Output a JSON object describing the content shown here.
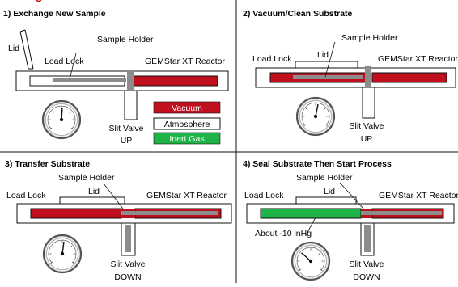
{
  "header_partial": "s",
  "colors": {
    "vacuum": "#c0101d",
    "atmosphere": "#ffffff",
    "inert_gas": "#1eb447",
    "holder_gray": "#8c8c8c",
    "header_red": "#c00000"
  },
  "legend": {
    "vacuum": "Vacuum",
    "atmosphere": "Atmosphere",
    "inert_gas": "Inert Gas"
  },
  "gauge": {
    "ticks": [
      "5",
      "10",
      "15",
      "20",
      "25",
      "30"
    ],
    "unit_left": "inHg",
    "unit_right": "psi"
  },
  "panels": [
    {
      "title": "1) Exchange New Sample",
      "lid": "Lid",
      "load_lock": "Load Lock",
      "sample_holder": "Sample Holder",
      "reactor": "GEMStar XT Reactor",
      "slit_valve": "Slit Valve",
      "valve_state": "UP"
    },
    {
      "title": "2) Vacuum/Clean Substrate",
      "lid": "Lid",
      "load_lock": "Load Lock",
      "sample_holder": "Sample Holder",
      "reactor": "GEMStar XT Reactor",
      "slit_valve": "Slit Valve",
      "valve_state": "UP"
    },
    {
      "title": "3) Transfer Substrate",
      "lid": "Lid",
      "load_lock": "Load Lock",
      "sample_holder": "Sample Holder",
      "reactor": "GEMStar XT Reactor",
      "slit_valve": "Slit Valve",
      "valve_state": "DOWN"
    },
    {
      "title": "4) Seal Substrate Then Start Process",
      "lid": "Lid",
      "load_lock": "Load Lock",
      "sample_holder": "Sample Holder",
      "reactor": "GEMStar XT Reactor",
      "slit_valve": "Slit Valve",
      "valve_state": "DOWN",
      "pressure_note": "About -10 inHg"
    }
  ]
}
